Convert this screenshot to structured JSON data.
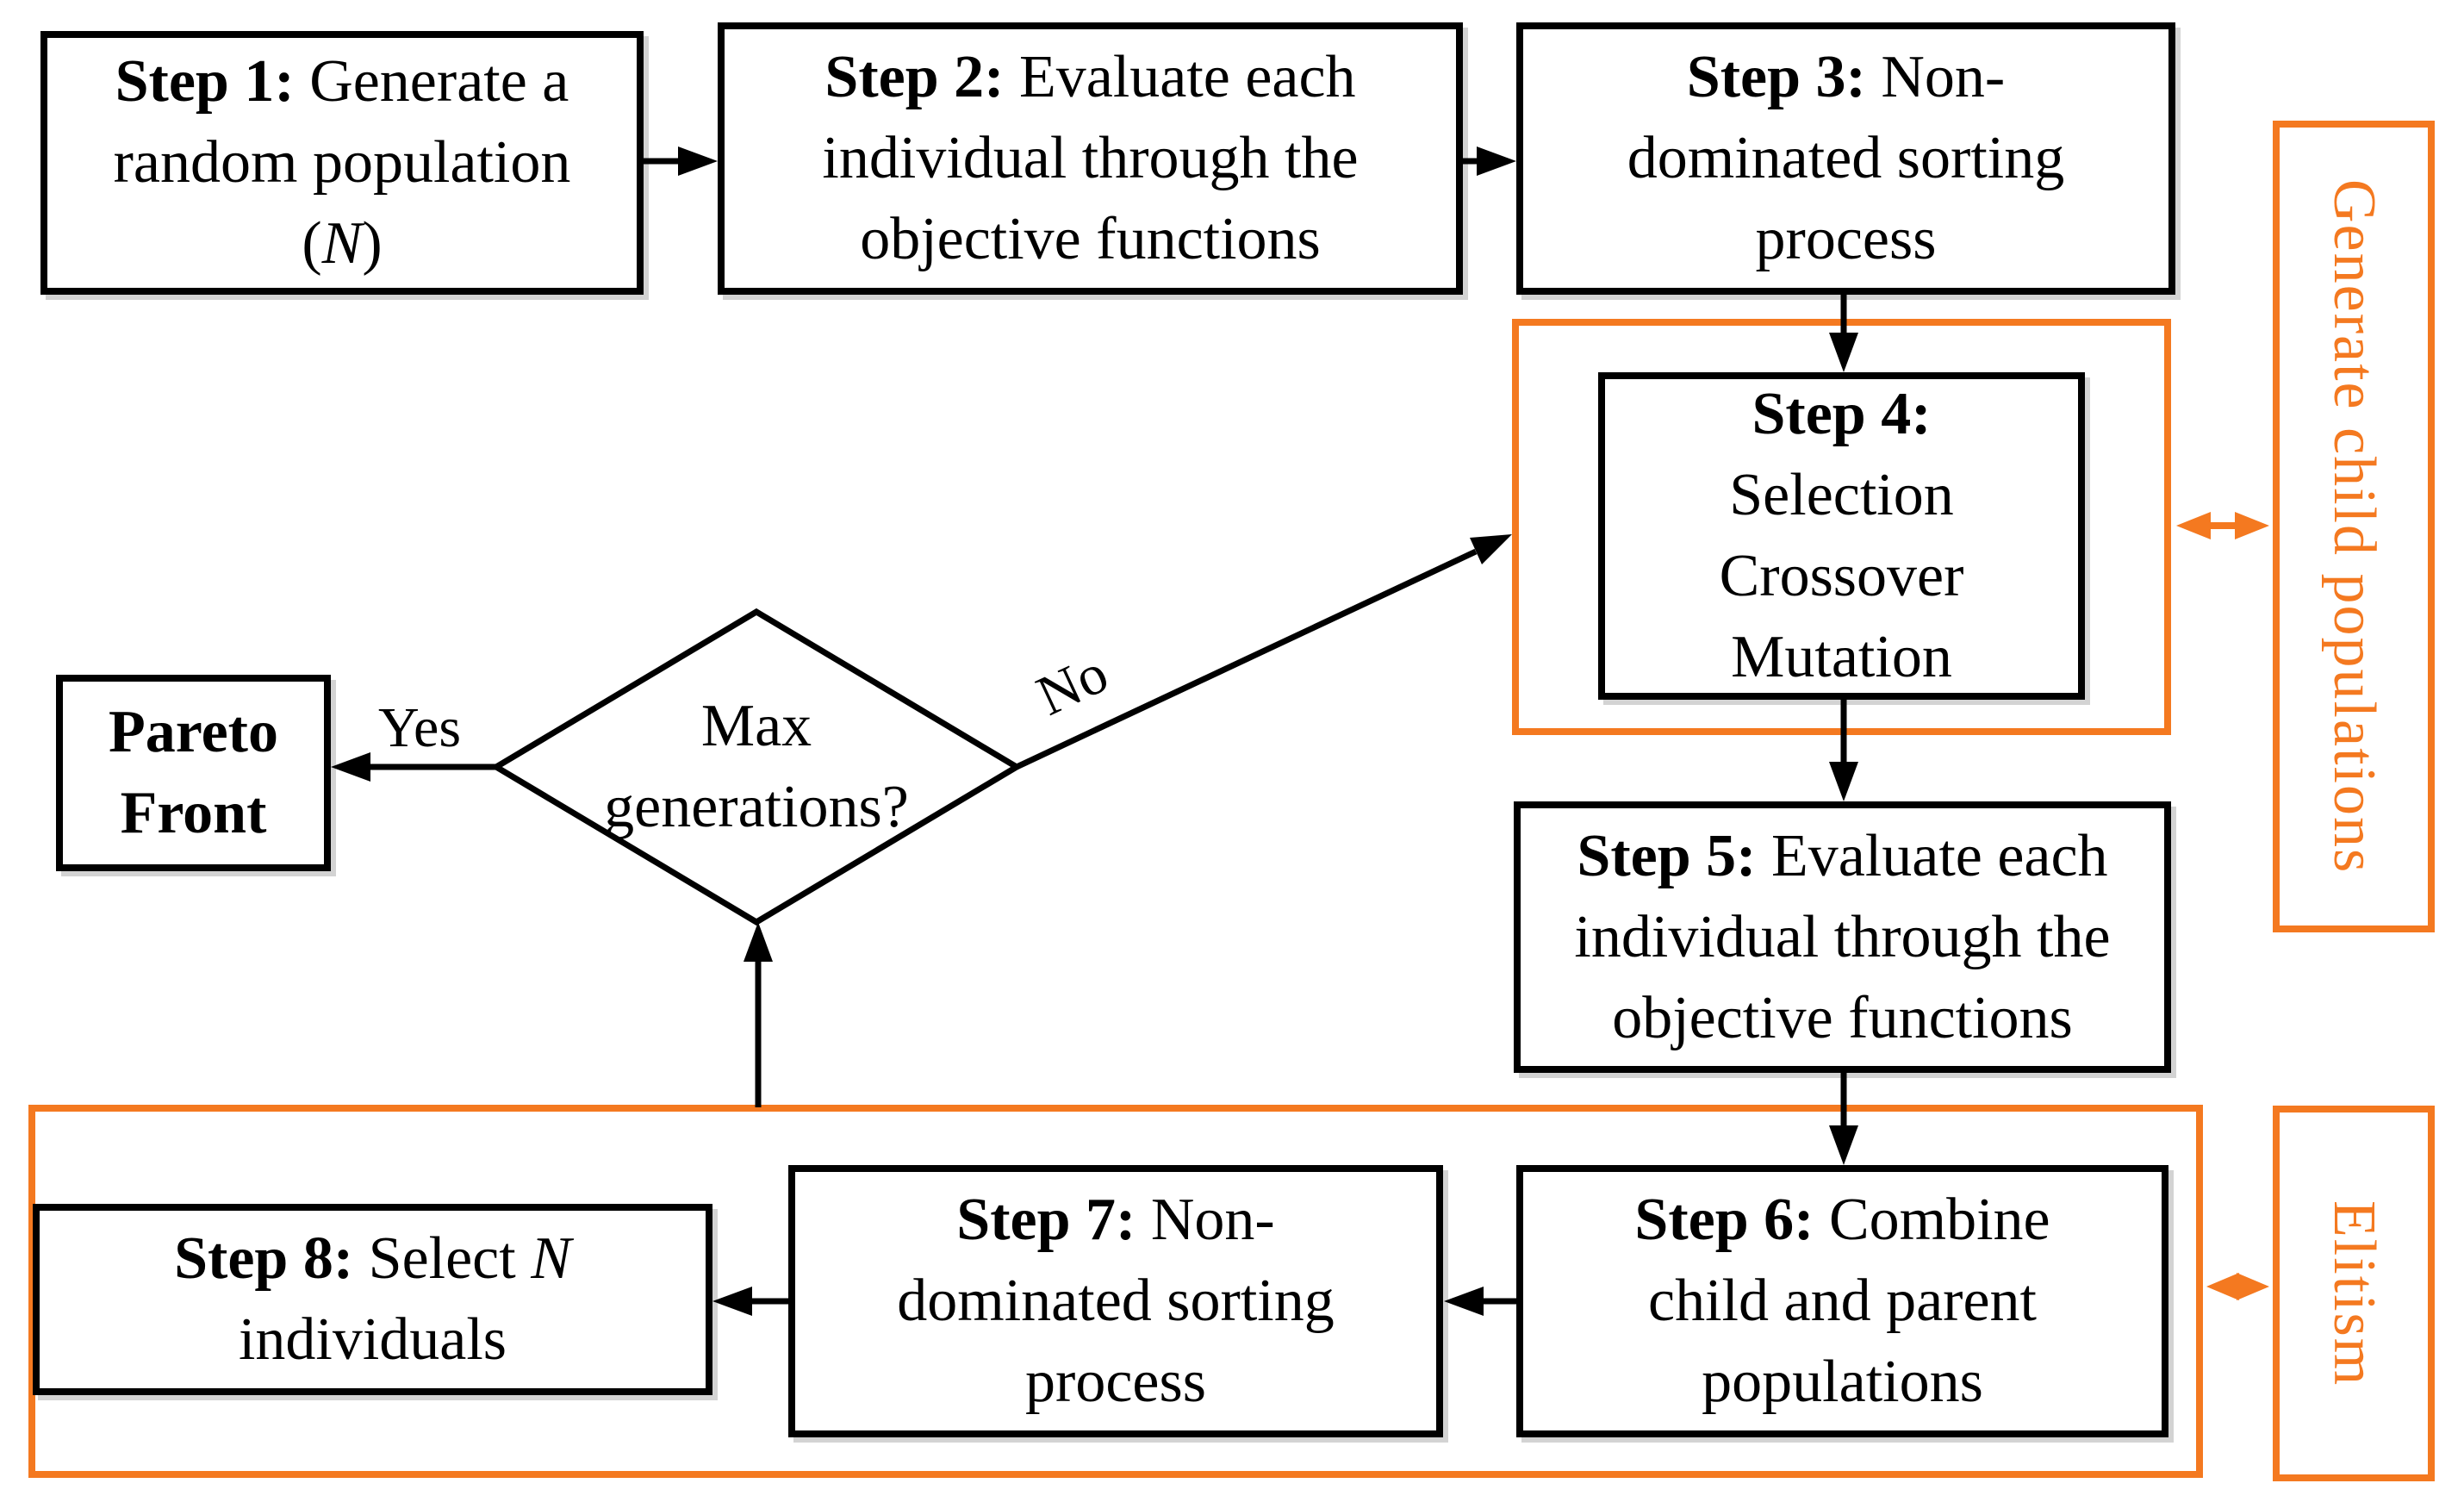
{
  "colors": {
    "accent": "#F47920",
    "ink": "#000000"
  },
  "nodes": {
    "step1": {
      "label": "Step 1:",
      "body_pre": " Generate a random population (",
      "body_italic": "N",
      "body_post": ")"
    },
    "step2": {
      "label": "Step 2:",
      "body": " Evaluate each individual through the objective functions"
    },
    "step3": {
      "label": "Step 3:",
      "body": " Non-dominated sorting process"
    },
    "step4": {
      "label": "Step 4:",
      "line1": "Selection",
      "line2": "Crossover",
      "line3": "Mutation"
    },
    "step5": {
      "label": "Step 5:",
      "body": " Evaluate each individual through the objective functions"
    },
    "step6": {
      "label": "Step 6:",
      "body": " Combine child and parent populations"
    },
    "step7": {
      "label": "Step 7:",
      "body": " Non-dominated sorting process"
    },
    "step8": {
      "label": "Step 8:",
      "body_pre": " Select ",
      "body_italic": "N",
      "body_post": " individuals"
    },
    "pareto": {
      "text": "Pareto Front"
    },
    "decision": {
      "text": "Max generations?"
    }
  },
  "edge_labels": {
    "yes": "Yes",
    "no": "No"
  },
  "side_labels": {
    "generate_child": "Generate child populations",
    "elitism": "Elitism"
  }
}
